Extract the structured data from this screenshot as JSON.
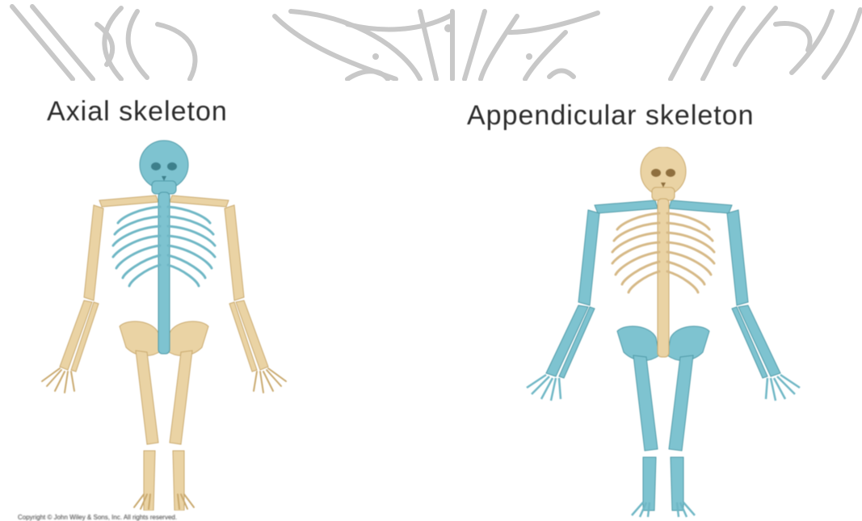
{
  "titles": {
    "axial": "Axial skeleton",
    "appendicular": "Appendicular skeleton"
  },
  "colors": {
    "highlight_bone": "#7ec3d0",
    "other_bone": "#ead3a4",
    "banner_pattern": "#c8c8c8"
  },
  "copyright": "Copyright © John Wiley & Sons, Inc. All rights reserved."
}
